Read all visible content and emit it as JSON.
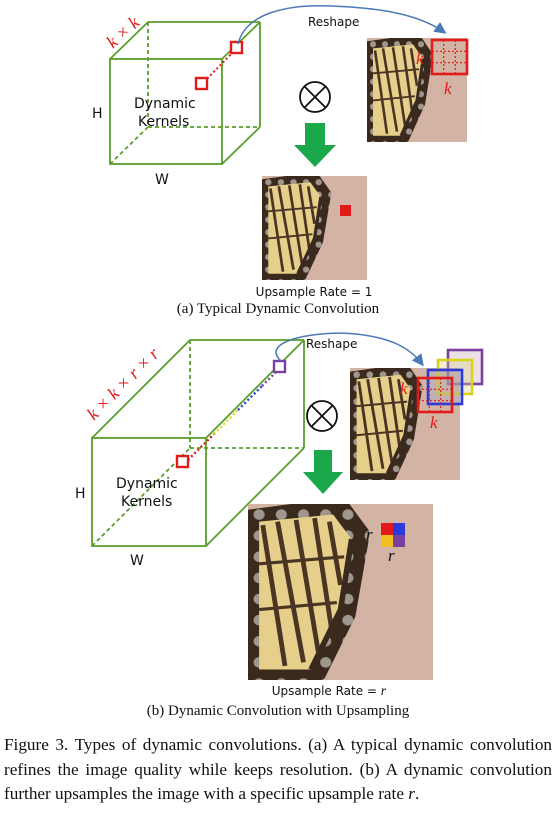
{
  "panel_a": {
    "kernel_dim": "k × k",
    "h_label": "H",
    "w_label": "W",
    "cube_text_1": "Dynamic",
    "cube_text_2": "Kernels",
    "reshape": "Reshape",
    "k_label": "k",
    "operator": "⊗",
    "rate_label": "Upsample Rate = 1",
    "subcaption": "(a) Typical Dynamic Convolution"
  },
  "panel_b": {
    "kernel_dim": "k × k × r × r",
    "h_label": "H",
    "w_label": "W",
    "cube_text_1": "Dynamic",
    "cube_text_2": "Kernels",
    "reshape": "Reshape",
    "k_label": "k",
    "r_label": "r",
    "operator": "⊗",
    "rate_label_prefix": "Upsample Rate = ",
    "rate_label_var": "r",
    "subcaption": "(b) Dynamic Convolution with Upsampling"
  },
  "caption": {
    "label": "Figure 3.",
    "text_1": " Types of dynamic convolutions. (a) A typical dynamic convolution refines the image quality while keeps resolution. (b) A dynamic convolution further upsamples the image with a specific upsample rate ",
    "var": "r",
    "text_2": "."
  },
  "colors": {
    "cube": "#5a9e2a",
    "kernel": "#e21a1a",
    "arrow": "#4a7ab8",
    "down_arrow": "#1aa84a",
    "butterfly_bg": "#cbaa9a",
    "wing": "#e6cf8a",
    "vein": "#4a3524"
  }
}
